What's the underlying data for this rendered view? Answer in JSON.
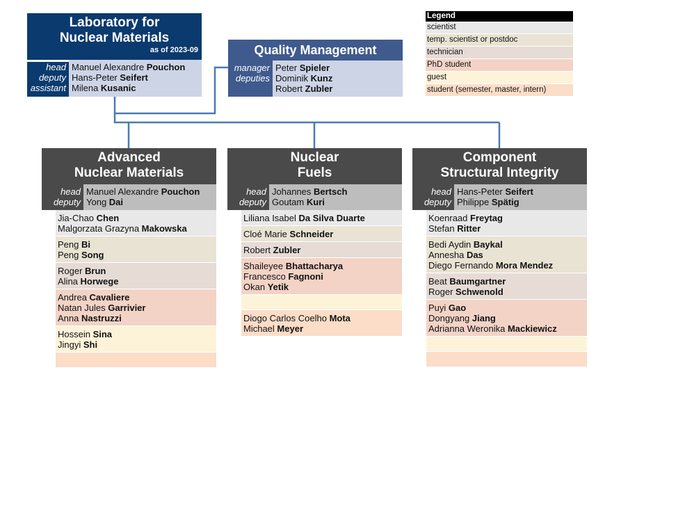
{
  "colors": {
    "scientist": "#e8e8e8",
    "temp": "#e9e3d3",
    "technician": "#e6dbd5",
    "phd": "#f2d3c6",
    "guest": "#fdf3d9",
    "student": "#fbddc8",
    "connector": "#4a7ab3"
  },
  "legend": {
    "title": "Legend",
    "items": [
      {
        "label": "scientist",
        "color": "#e8e8e8"
      },
      {
        "label": "temp. scientist or postdoc",
        "color": "#e9e3d3"
      },
      {
        "label": "technician",
        "color": "#e6dbd5"
      },
      {
        "label": "PhD student",
        "color": "#f2d3c6"
      },
      {
        "label": "guest",
        "color": "#fdf3d9"
      },
      {
        "label": "student (semester, master, intern)",
        "color": "#fbddc8"
      }
    ]
  },
  "lab": {
    "title_line1": "Laboratory for",
    "title_line2": "Nuclear Materials",
    "as_of": "as of 2023-09",
    "roles": [
      "head",
      "deputy",
      "assistant"
    ],
    "people": [
      {
        "first": "Manuel Alexandre ",
        "last": "Pouchon"
      },
      {
        "first": "Hans-Peter ",
        "last": "Seifert"
      },
      {
        "first": "Milena ",
        "last": "Kusanic"
      }
    ]
  },
  "qm": {
    "title": "Quality Management",
    "roles": [
      "manager",
      "deputies"
    ],
    "people": [
      {
        "first": "Peter ",
        "last": "Spieler"
      },
      {
        "first": "Dominik ",
        "last": "Kunz"
      },
      {
        "first": "Robert ",
        "last": "Zubler"
      }
    ]
  },
  "sections": [
    {
      "title_line1": "Advanced",
      "title_line2": "Nuclear Materials",
      "roles": [
        "head",
        "deputy"
      ],
      "leads": [
        {
          "first": "Manuel Alexandre ",
          "last": "Pouchon"
        },
        {
          "first": "Yong ",
          "last": "Dai"
        }
      ],
      "groups": [
        {
          "category": "scientist",
          "members": [
            {
              "first": "Jia-Chao ",
              "last": "Chen"
            },
            {
              "first": "Malgorzata Grazyna ",
              "last": "Makowska"
            }
          ]
        },
        {
          "category": "temp",
          "members": [
            {
              "first": "Peng ",
              "last": "Bi"
            },
            {
              "first": "Peng ",
              "last": "Song"
            }
          ]
        },
        {
          "category": "technician",
          "members": [
            {
              "first": "Roger ",
              "last": "Brun"
            },
            {
              "first": "Alina ",
              "last": "Horwege"
            }
          ]
        },
        {
          "category": "phd",
          "members": [
            {
              "first": "Andrea ",
              "last": "Cavaliere"
            },
            {
              "first": "Natan Jules ",
              "last": "Garrivier"
            },
            {
              "first": "Anna ",
              "last": "Nastruzzi"
            }
          ]
        },
        {
          "category": "guest",
          "members": [
            {
              "first": "Hossein ",
              "last": "Sina"
            },
            {
              "first": "Jingyi ",
              "last": "Shi"
            }
          ]
        },
        {
          "category": "student",
          "members": []
        }
      ]
    },
    {
      "title_line1": "Nuclear",
      "title_line2": "Fuels",
      "roles": [
        "head",
        "deputy"
      ],
      "leads": [
        {
          "first": "Johannes ",
          "last": "Bertsch"
        },
        {
          "first": "Goutam ",
          "last": "Kuri"
        }
      ],
      "groups": [
        {
          "category": "scientist",
          "members": [
            {
              "first": "Liliana Isabel ",
              "last": "Da Silva Duarte"
            }
          ]
        },
        {
          "category": "temp",
          "members": [
            {
              "first": "Cloé Marie ",
              "last": "Schneider"
            }
          ]
        },
        {
          "category": "technician",
          "members": [
            {
              "first": "Robert ",
              "last": "Zubler"
            }
          ]
        },
        {
          "category": "phd",
          "members": [
            {
              "first": "Shaileyee ",
              "last": "Bhattacharya"
            },
            {
              "first": "Francesco ",
              "last": "Fagnoni"
            },
            {
              "first": "Okan ",
              "last": "Yetik"
            }
          ]
        },
        {
          "category": "guest",
          "members": []
        },
        {
          "category": "student",
          "members": [
            {
              "first": "Diogo Carlos Coelho ",
              "last": "Mota"
            },
            {
              "first": "Michael ",
              "last": "Meyer"
            }
          ]
        }
      ]
    },
    {
      "title_line1": "Component",
      "title_line2": "Structural Integrity",
      "roles": [
        "head",
        "deputy"
      ],
      "leads": [
        {
          "first": "Hans-Peter ",
          "last": "Seifert"
        },
        {
          "first": "Philippe ",
          "last": "Spätig"
        }
      ],
      "groups": [
        {
          "category": "scientist",
          "members": [
            {
              "first": "Koenraad ",
              "last": "Freytag"
            },
            {
              "first": "Stefan ",
              "last": "Ritter"
            }
          ]
        },
        {
          "category": "temp",
          "members": [
            {
              "first": "Bedi Aydin ",
              "last": "Baykal"
            },
            {
              "first": "Annesha ",
              "last": "Das"
            },
            {
              "first": "Diego Fernando ",
              "last": "Mora Mendez"
            }
          ]
        },
        {
          "category": "technician",
          "members": [
            {
              "first": "Beat ",
              "last": "Baumgartner"
            },
            {
              "first": "Roger ",
              "last": "Schwenold"
            }
          ]
        },
        {
          "category": "phd",
          "members": [
            {
              "first": "Puyi ",
              "last": "Gao"
            },
            {
              "first": "Dongyang ",
              "last": "Jiang"
            },
            {
              "first": "Adrianna Weronika ",
              "last": "Mackiewicz"
            }
          ]
        },
        {
          "category": "guest",
          "members": []
        },
        {
          "category": "student",
          "members": []
        }
      ]
    }
  ]
}
